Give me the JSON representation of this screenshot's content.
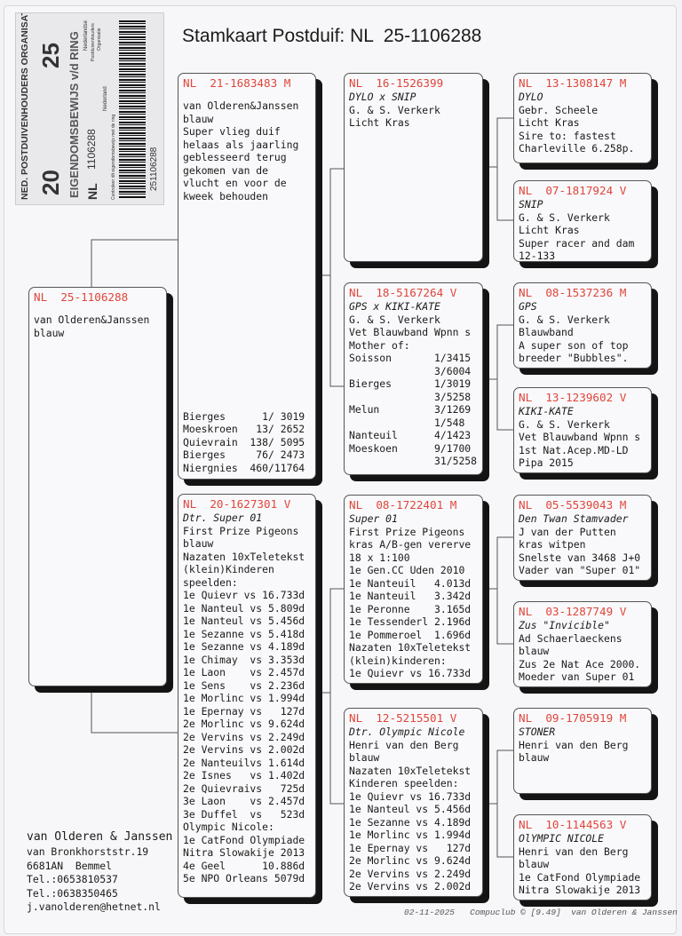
{
  "title": "Stamkaart Postduif: NL  25-1106288",
  "colors": {
    "ring_red": "#e0453a",
    "shadow": "#141414"
  },
  "ring_label": {
    "organisation": "NED. POSTDUIVENHOUDERS ORGANISATIE",
    "heading": "EIGENDOMSBEWIJS v/d RING",
    "year_left": "20",
    "year_right": "25",
    "country": "NL",
    "number": "1106288",
    "country_name": "Nederland",
    "note": "Controleer dit eigendomsbewijs met de ring",
    "barcode_number": "251106288",
    "npo": [
      "Nederlandse",
      "Postduivenhouders",
      "Organisatie"
    ]
  },
  "cards": {
    "subject": {
      "ring": "NL  25-1106288",
      "lines": [
        "",
        "van Olderen&Janssen",
        "blauw"
      ]
    },
    "sire": {
      "ring": "NL  21-1683483 M",
      "lines": [
        "",
        "van Olderen&Janssen",
        "blauw",
        "Super vlieg duif",
        "helaas als jaarling",
        "geblesseerd terug",
        "gekomen van de",
        "vlucht en voor de",
        "kweek behouden"
      ],
      "results": [
        "Bierges      1/ 3019",
        "Moeskroen   13/ 2652",
        "Quievrain  138/ 5095",
        "Bierges     76/ 2473",
        "Niergnies  460/11764"
      ]
    },
    "dam": {
      "ring": "NL  20-1627301 V",
      "name": "Dtr. Super 01",
      "lines": [
        "First Prize Pigeons",
        "blauw",
        "Nazaten 10xTeletekst",
        "(klein)Kinderen",
        "speelden:",
        "1e Quievr vs 16.733d",
        "1e Nanteul vs 5.809d",
        "1e Nanteul vs 5.456d",
        "1e Sezanne vs 5.418d",
        "1e Sezanne vs 4.189d",
        "1e Chimay  vs 3.353d",
        "1e Laon    vs 2.457d",
        "1e Sens    vs 2.236d",
        "1e Morlinc vs 1.994d",
        "1e Epernay vs   127d",
        "2e Morlinc vs 9.624d",
        "2e Vervins vs 2.249d",
        "2e Vervins vs 2.002d",
        "2e Nanteuilvs 1.614d",
        "2e Isnes   vs 1.402d",
        "2e Quievraivs   725d",
        "3e Laon    vs 2.457d",
        "3e Duffel  vs   523d",
        "Olympic Nicole:",
        "1e CatFond Olympiade",
        "Nitra Slowakije 2013",
        "4e Geel      10.886d",
        "5e NPO Orleans 5079d"
      ]
    },
    "ss": {
      "ring": "NL  16-1526399",
      "name": "DYLO x SNIP",
      "lines": [
        "G. & S. Verkerk",
        "Licht Kras"
      ]
    },
    "sd": {
      "ring": "NL  18-5167264 V",
      "name": "GPS x KIKI-KATE",
      "lines": [
        "G. & S. Verkerk",
        "Vet Blauwband Wpnn s",
        "Mother of:",
        "Soisson       1/3415",
        "              3/6004",
        "Bierges       1/3019",
        "              3/5258",
        "Melun         3/1269",
        "              1/548",
        "Nanteuil      4/1423",
        "Moeskoen      9/1700",
        "              31/5258"
      ]
    },
    "ds": {
      "ring": "NL  08-1722401 M",
      "name": "Super 01",
      "lines": [
        "First Prize Pigeons",
        "kras A/B-gen vererve",
        "18 x 1:100",
        "1e Gen.CC Uden 2010",
        "1e Nanteuil   4.013d",
        "1e Nanteuil   3.342d",
        "1e Peronne    3.165d",
        "1e Tessenderl 2.196d",
        "1e Pommeroel  1.696d",
        "Nazaten 10xTeletekst",
        "(klein)kinderen:",
        "1e Quievr vs 16.733d"
      ]
    },
    "dd": {
      "ring": "NL  12-5215501 V",
      "name": "Dtr. Olympic Nicole",
      "lines": [
        "Henri van den Berg",
        "blauw",
        "Nazaten 10xTeletekst",
        "Kinderen speelden:",
        "1e Quievr vs 16.733d",
        "1e Nanteul vs 5.456d",
        "1e Sezanne vs 4.189d",
        "1e Morlinc vs 1.994d",
        "1e Epernay vs   127d",
        "2e Morlinc vs 9.624d",
        "2e Vervins vs 2.249d",
        "2e Vervins vs 2.002d"
      ]
    },
    "sss": {
      "ring": "NL  13-1308147 M",
      "name": "DYLO",
      "lines": [
        "Gebr. Scheele",
        "Licht Kras",
        "Sire to: fastest",
        "Charleville 6.258p."
      ]
    },
    "ssd": {
      "ring": "NL  07-1817924 V",
      "name": "SNIP",
      "lines": [
        "G. & S. Verkerk",
        "Licht Kras",
        "Super racer and dam",
        "12-133"
      ]
    },
    "sds": {
      "ring": "NL  08-1537236 M",
      "name": "GPS",
      "lines": [
        "G. & S. Verkerk",
        "Blauwband",
        "A super son of top",
        "breeder \"Bubbles\"."
      ]
    },
    "sdd": {
      "ring": "NL  13-1239602 V",
      "name": "KIKI-KATE",
      "lines": [
        "G. & S. Verkerk",
        "Vet Blauwband Wpnn s",
        "1st Nat.Acep.MD-LD",
        "Pipa 2015"
      ]
    },
    "dss": {
      "ring": "NL  05-5539043 M",
      "name": "Den Twan Stamvader",
      "lines": [
        "J van der Putten",
        "kras witpen",
        "Snelste van 3468 J+0",
        "Vader van \"Super 01\""
      ]
    },
    "dsd": {
      "ring": "NL  03-1287749 V",
      "name": "Zus \"Invicible\"",
      "lines": [
        "Ad Schaerlaeckens",
        "blauw",
        "Zus 2e Nat Ace 2000.",
        "Moeder van Super 01"
      ]
    },
    "dds": {
      "ring": "NL  09-1705919 M",
      "name": "STONER",
      "lines": [
        "Henri van den Berg",
        "blauw"
      ]
    },
    "ddd": {
      "ring": "NL  10-1144563 V",
      "name": "OlYMPIC NICOLE",
      "lines": [
        "Henri van den Berg",
        "blauw",
        "1e CatFond Olympiade",
        "Nitra Slowakije 2013"
      ]
    }
  },
  "owner": {
    "name": "van Olderen & Janssen",
    "lines": [
      "van Bronkhorststr.19",
      "6681AN  Bemmel",
      "Tel.:0653810537",
      "Tel.:0638350465",
      "j.vanolderen@hetnet.nl"
    ]
  },
  "stamp": {
    "date": "02-11-2025",
    "software": "Compuclub © [9.49]",
    "owner": "van Olderen & Janssen"
  }
}
